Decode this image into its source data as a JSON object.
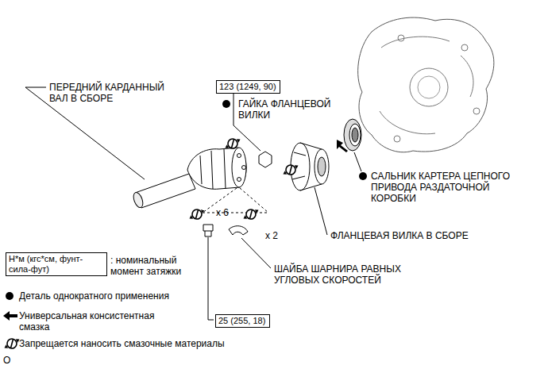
{
  "diagram": {
    "nodes": [
      {
        "text": [
          "123 (1249, 90)"
        ]
      },
      {
        "text": [
          "25 (255, 18)"
        ]
      },
      {
        "text": [
          "Н*м (кгс*см, фунт-сила-фут)"
        ]
      }
    ],
    "labels": [
      "ПЕРЕДНИЙ КАРДАННЫЙ ВАЛ В СБОРЕ",
      "ГАЙКА ФЛАНЦЕВОЙ ВИЛКИ",
      "САЛЬНИК КАРТЕРА ЦЕПНОГО ПРИВОДА РАЗДАТОЧНОЙ КОРОБКИ",
      "ФЛАНЦЕВАЯ ВИЛКА В СБОРЕ",
      "x 6",
      "x 2",
      "ШАЙБА ШАРНИРА РАВНЫХ УГЛОВЫХ СКОРОСТЕЙ",
      "O"
    ],
    "legend": [
      {
        "text": ": номинальный момент затяжки"
      },
      {
        "text": "Деталь однократного применения"
      },
      {
        "text": "Универсальная консистентная смазка"
      },
      {
        "text": "Запрещается наносить смазочные материалы"
      }
    ]
  }
}
